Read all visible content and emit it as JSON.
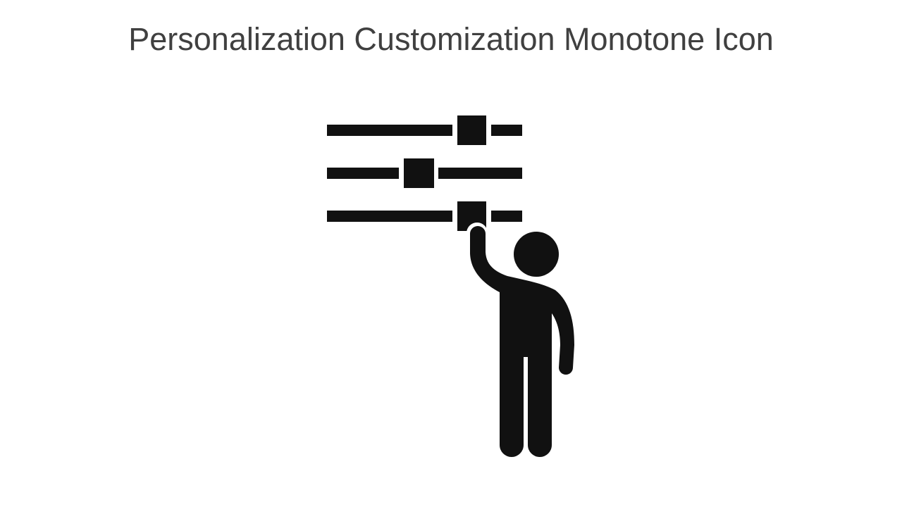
{
  "slide": {
    "title": "Personalization Customization Monotone Icon"
  },
  "icon": {
    "name": "person-adjusting-sliders-icon",
    "color": "#111111",
    "sliders": [
      {
        "label": "slider-1",
        "level": 0.7
      },
      {
        "label": "slider-2",
        "level": 0.42
      },
      {
        "label": "slider-3",
        "level": 0.7
      }
    ]
  }
}
